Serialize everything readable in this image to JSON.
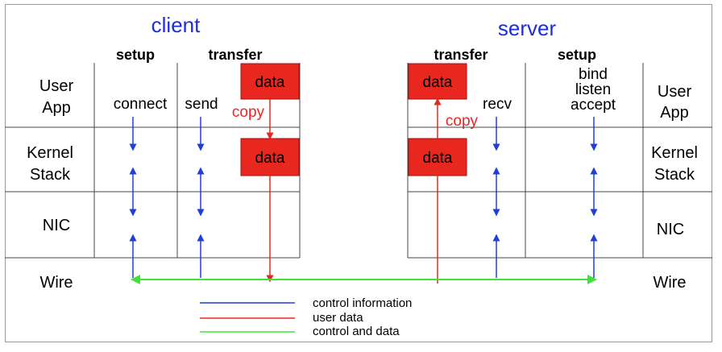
{
  "titles": {
    "client": "client",
    "server": "server"
  },
  "headers": {
    "client_setup": "setup",
    "client_transfer": "transfer",
    "server_transfer": "transfer",
    "server_setup": "setup"
  },
  "rows": {
    "user_app": [
      "User",
      "App"
    ],
    "kernel_stack": [
      "Kernel",
      "Stack"
    ],
    "nic": "NIC",
    "wire": "Wire"
  },
  "calls": {
    "connect": "connect",
    "send": "send",
    "recv": "recv",
    "bind_listen_accept": [
      "bind",
      "listen",
      "accept"
    ]
  },
  "copy_label": "copy",
  "data_label": "data",
  "legend": [
    {
      "label": "control information",
      "color": "#1f3fd6"
    },
    {
      "label": "user data",
      "color": "#e8281e"
    },
    {
      "label": "control and data",
      "color": "#3ee23a"
    }
  ],
  "colors": {
    "title": "#1a2ee0",
    "control": "#1f3fd6",
    "user_data": "#e8281e",
    "data_box": "#e8281e",
    "wire": "#3ee23a",
    "grid": "#444444"
  }
}
